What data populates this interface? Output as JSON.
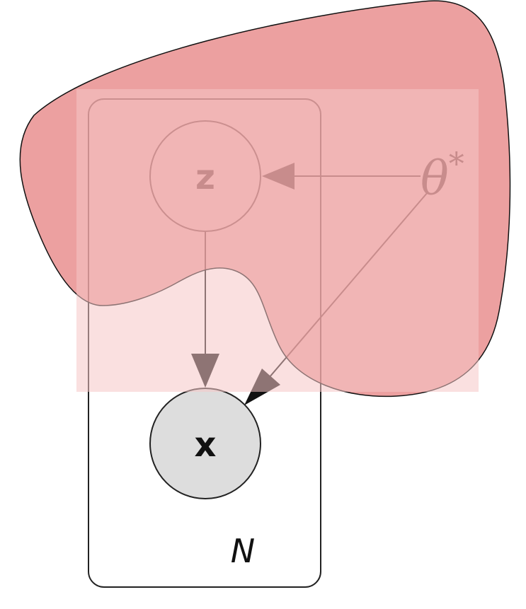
{
  "diagram": {
    "nodes": {
      "latent": {
        "label": "z",
        "observed": false
      },
      "observed": {
        "label": "x",
        "observed": true
      }
    },
    "parameter": {
      "label": "θ",
      "superscript": "*"
    },
    "plate": {
      "label": "N"
    },
    "edges": [
      {
        "from": "θ*",
        "to": "z"
      },
      {
        "from": "z",
        "to": "x"
      },
      {
        "from": "θ*",
        "to": "x"
      }
    ]
  },
  "colors": {
    "blob_fill": "#e06666",
    "overlay_fill": "#f0b4b4",
    "observed_fill": "#dddddd",
    "stroke": "#222222"
  }
}
